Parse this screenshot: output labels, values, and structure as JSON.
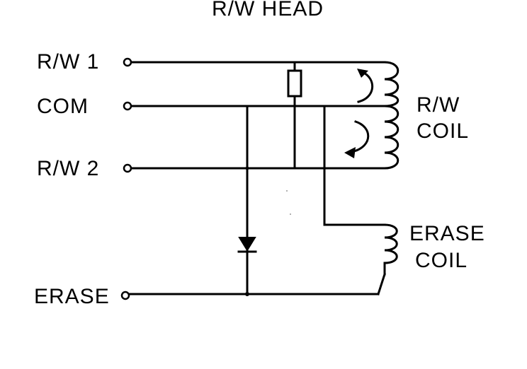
{
  "diagram": {
    "title": "R/W HEAD",
    "terminals": {
      "rw1": "R/W 1",
      "com": "COM",
      "rw2": "R/W 2",
      "erase": "ERASE"
    },
    "coils": {
      "rw_line1": "R/W",
      "rw_line2": "COIL",
      "erase_line1": "ERASE",
      "erase_line2": "COIL"
    }
  }
}
